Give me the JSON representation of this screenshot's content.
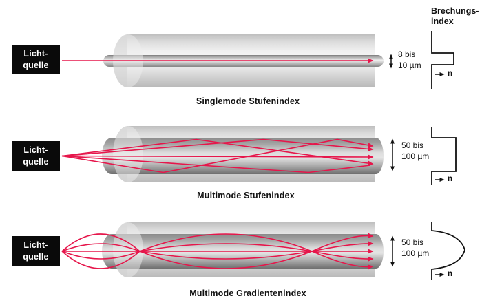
{
  "colors": {
    "ray": "#e6164b",
    "source_box_bg": "#0a0a0a",
    "source_box_text": "#ffffff",
    "diagram_line": "#111111",
    "fiber_cladding_light": "#f6f6f6",
    "fiber_cladding_dark": "#b9b9b9",
    "fiber_core_dark": "#6f6f6f"
  },
  "legend_title": {
    "line1": "Brechungs-",
    "line2": "index"
  },
  "rows": [
    {
      "caption": "Singlemode Stufenindex",
      "source": {
        "line1": "Licht-",
        "line2": "quelle"
      },
      "core_diameter": {
        "line1": "8 bis",
        "line2": "10 µm"
      },
      "index_axis_label": "n",
      "profile_type": "step-narrow"
    },
    {
      "caption": "Multimode Stufenindex",
      "source": {
        "line1": "Licht-",
        "line2": "quelle"
      },
      "core_diameter": {
        "line1": "50 bis",
        "line2": "100 µm"
      },
      "index_axis_label": "n",
      "profile_type": "step-wide"
    },
    {
      "caption": "Multimode Gradientenindex",
      "source": {
        "line1": "Licht-",
        "line2": "quelle"
      },
      "core_diameter": {
        "line1": "50 bis",
        "line2": "100 µm"
      },
      "index_axis_label": "n",
      "profile_type": "gradient-parabolic"
    }
  ]
}
